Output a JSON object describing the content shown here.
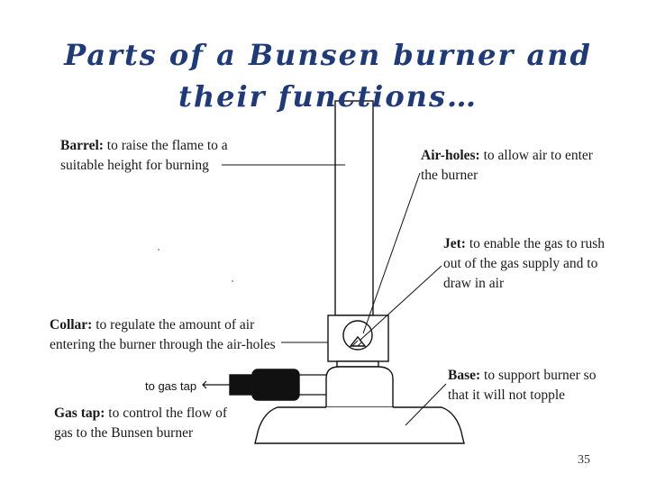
{
  "title": "Parts of a Bunsen burner and their functions…",
  "colors": {
    "title": "#1f3a7a",
    "text": "#1a1a1a",
    "lines": "#111111"
  },
  "labels": {
    "barrel": {
      "name": "Barrel:",
      "desc": "to raise the flame to a suitable height for burning"
    },
    "air_holes": {
      "name": "Air-holes:",
      "desc": "to allow air to enter the burner"
    },
    "jet": {
      "name": "Jet:",
      "desc": "to enable the gas to rush out of the gas supply and to draw in air"
    },
    "collar": {
      "name": "Collar:",
      "desc": "to regulate the amount of air entering the burner through the air-holes"
    },
    "base": {
      "name": "Base:",
      "desc": "to support burner so that it will not topple"
    },
    "gas_tap": {
      "name": "Gas tap:",
      "desc": "to control the flow of gas to the Bunsen burner"
    }
  },
  "tap_caption": "to gas tap",
  "page_number": "35"
}
